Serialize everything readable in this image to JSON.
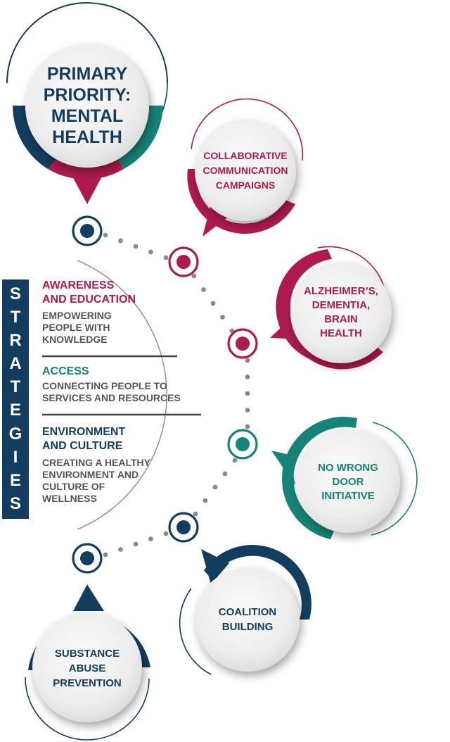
{
  "colors": {
    "navy": "#123d5e",
    "magenta": "#ad1a4f",
    "teal": "#168377",
    "grey_text": "#555555",
    "dots": "#8a8a8a"
  },
  "primary": {
    "text": "PRIMARY\nPRIORITY:\nMENTAL\nHEALTH"
  },
  "initiatives": [
    {
      "label": "COLLABORATIVE\nCOMMUNICATION\nCAMPAIGNS",
      "color": "magenta"
    },
    {
      "label": "ALZHEIMER’S,\nDEMENTIA,\nBRAIN\nHEALTH",
      "color": "magenta"
    },
    {
      "label": "NO WRONG\nDOOR\nINITIATIVE",
      "color": "teal"
    },
    {
      "label": "COALITION\nBUILDING",
      "color": "navy"
    },
    {
      "label": "SUBSTANCE\nABUSE\nPREVENTION",
      "color": "navy"
    }
  ],
  "strategies_label": [
    "S",
    "T",
    "R",
    "A",
    "T",
    "E",
    "G",
    "I",
    "E",
    "S"
  ],
  "strategies": [
    {
      "title": "AWARENESS\nAND EDUCATION",
      "description": "EMPOWERING\nPEOPLE WITH\nKNOWLEDGE",
      "color": "magenta"
    },
    {
      "title": "ACCESS",
      "description": "CONNECTING PEOPLE TO\nSERVICES AND RESOURCES",
      "color": "teal"
    },
    {
      "title": "ENVIRONMENT\nAND CULTURE",
      "description": "CREATING A HEALTHY\nENVIRONMENT AND\nCULTURE OF\nWELLNESS",
      "color": "navy"
    }
  ]
}
